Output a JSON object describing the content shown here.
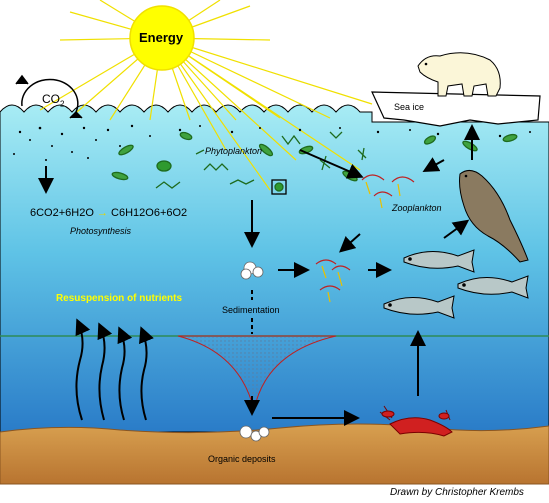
{
  "labels": {
    "energy": "Energy",
    "co2": "CO",
    "co2_sub": "2",
    "sea_ice": "Sea ice",
    "phytoplankton": "Phytoplankton",
    "zooplankton": "Zooplankton",
    "equation_left": "6CO2+6H2O",
    "equation_right": "C6H12O6+6O2",
    "photosynthesis": "Photosynthesis",
    "resuspension": "Resuspension of nutrients",
    "sedimentation": "Sedimentation",
    "organic_deposits": "Organic deposits",
    "credit": "Drawn by Christopher Krembs"
  },
  "colors": {
    "sun": "#ffff00",
    "sea_surface": "#9ee7f0",
    "sea_deep": "#2a7ec8",
    "sediment": "#c98a3c",
    "nutrient_line": "#2e8b57",
    "resuspension_text": "#ffff00",
    "equation_arrow": "#e6d400"
  }
}
